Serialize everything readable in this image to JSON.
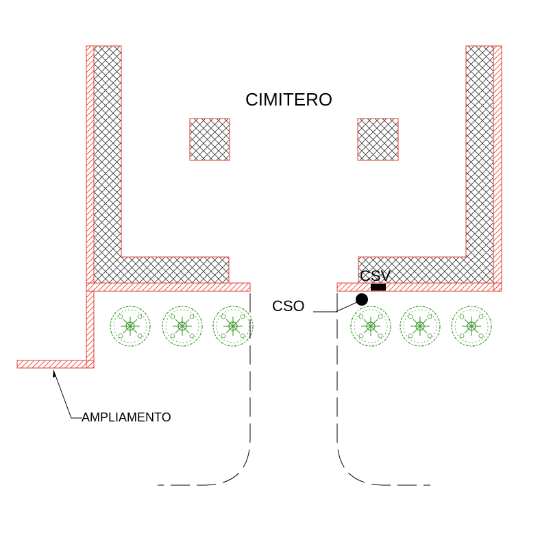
{
  "labels": {
    "title": "CIMITERO",
    "csv": "CSV",
    "cso": "CSO",
    "ampliamento": "AMPLIAMENTO"
  },
  "colors": {
    "outline": "#e8392a",
    "crosshatch": "#3a3a3a",
    "diag_hatch": "#e8392a",
    "tree": "#3a9a2a",
    "ink": "#000000"
  },
  "icons": {
    "tree": "tree-icon",
    "manhole": "manhole-icon"
  }
}
